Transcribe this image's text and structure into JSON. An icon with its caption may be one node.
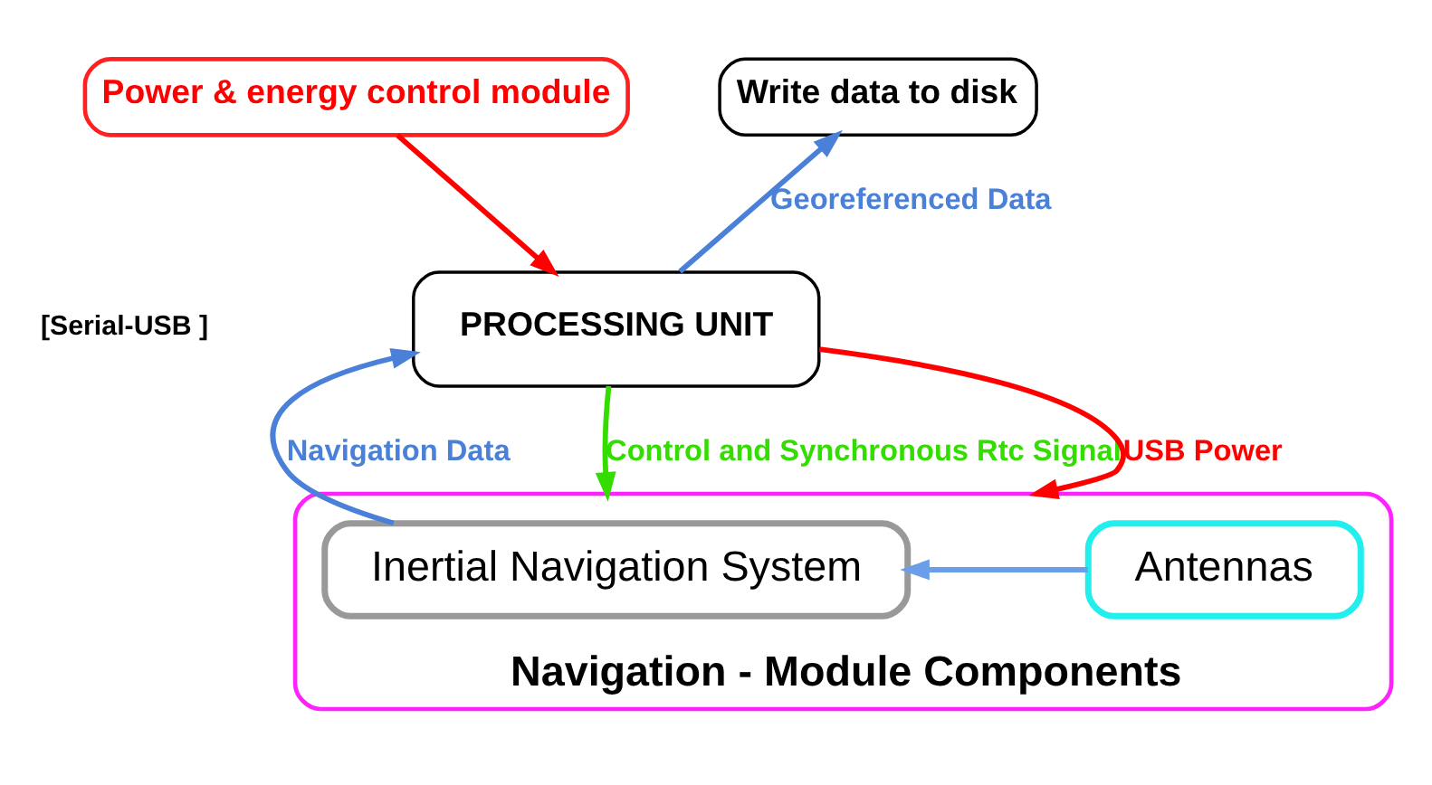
{
  "diagram": {
    "nodes": [
      {
        "text": [
          "Power & energy control module"
        ]
      },
      {
        "text": [
          "Write data to disk"
        ]
      },
      {
        "text": [
          "PROCESSING UNIT"
        ]
      },
      {
        "text": [
          "Navigation - Module Components"
        ]
      },
      {
        "text": [
          "Inertial Navigation System"
        ],
        "in": 3
      },
      {
        "text": [
          "Antennas"
        ],
        "in": 3
      }
    ],
    "edges": [
      {
        "from": 0,
        "to": 2,
        "arrow": "to",
        "color": "#ff0000"
      },
      {
        "from": 2,
        "to": 1,
        "arrow": "to",
        "label": "Georeferenced Data",
        "color": "#4a80d8"
      },
      {
        "from": 4,
        "to": 2,
        "arrow": "to",
        "label": "Navigation Data",
        "color": "#4a80d8"
      },
      {
        "from": 2,
        "to": 3,
        "arrow": "to",
        "label": "Control and Synchronous Rtc Signal",
        "color": "#33dd00"
      },
      {
        "from": 2,
        "to": 3,
        "arrow": "to",
        "label": "USB Power",
        "color": "#ff0000"
      },
      {
        "from": 5,
        "to": 4,
        "arrow": "to",
        "color": "#6a9ee8"
      }
    ],
    "labels": [
      "[Serial-USB ]"
    ]
  }
}
